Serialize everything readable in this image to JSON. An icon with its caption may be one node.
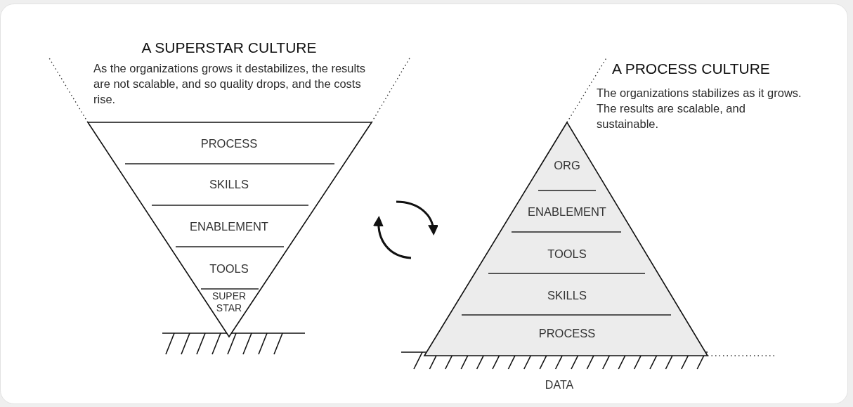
{
  "diagram": {
    "nodes": [
      {
        "text": [
          "A SUPERSTAR CULTURE",
          "As the organizations grows it destabilizes, the results are not scalable, and so quality drops, and the costs rise."
        ]
      },
      {
        "text": [
          "PROCESS"
        ],
        "in": 0
      },
      {
        "text": [
          "SKILLS"
        ],
        "in": 0
      },
      {
        "text": [
          "ENABLEMENT"
        ],
        "in": 0
      },
      {
        "text": [
          "TOOLS"
        ],
        "in": 0
      },
      {
        "text": [
          "SUPER STAR"
        ],
        "in": 0
      },
      {
        "text": [
          "A PROCESS CULTURE",
          "The organizations stabilizes as it grows. The results are scalable, and sustainable."
        ]
      },
      {
        "text": [
          "ORG"
        ],
        "in": 6
      },
      {
        "text": [
          "ENABLEMENT"
        ],
        "in": 6
      },
      {
        "text": [
          "TOOLS"
        ],
        "in": 6
      },
      {
        "text": [
          "SKILLS"
        ],
        "in": 6
      },
      {
        "text": [
          "PROCESS"
        ],
        "in": 6
      }
    ],
    "labels": [
      "DATA"
    ]
  }
}
